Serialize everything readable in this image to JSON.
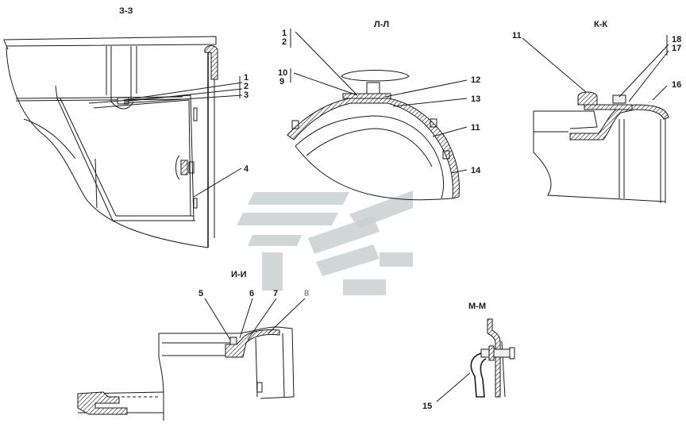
{
  "sections": {
    "zz": "З-З",
    "ll": "Л-Л",
    "kk": "К-К",
    "ii": "И-И",
    "mm": "М-М"
  },
  "callouts": {
    "c1a": "1",
    "c2a": "2",
    "c3": "3",
    "c4": "4",
    "c1b": "1",
    "c2b": "2",
    "c10": "10",
    "c9": "9",
    "c12": "12",
    "c13": "13",
    "c11a": "11",
    "c14": "14",
    "c11b": "11",
    "c18": "18",
    "c17": "17",
    "c16": "16",
    "c5": "5",
    "c6": "6",
    "c7": "7",
    "c8": "8",
    "c15": "15"
  },
  "colors": {
    "line": "#1a1a1a",
    "watermark": "#c9d0d0",
    "callout8": "#888888"
  }
}
